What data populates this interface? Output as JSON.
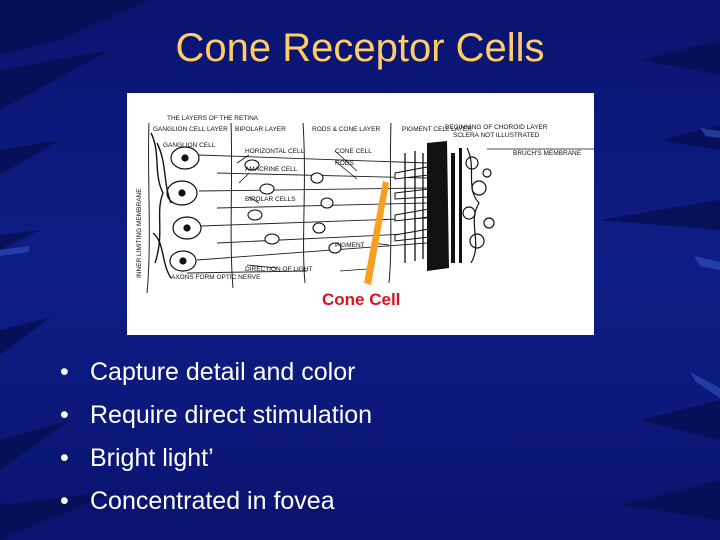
{
  "slide": {
    "title": "Cone Receptor Cells",
    "colors": {
      "background": "#0d1a7a",
      "title": "#ffcc66",
      "bullet_text": "#ffffff",
      "caption": "#e01020",
      "pointer": "#f5a020"
    }
  },
  "figure": {
    "labels": {
      "heading": "THE LAYERS OF THE RETINA",
      "ganglion_layer": "GANGLION CELL LAYER",
      "bipolar_layer": "BIPOLAR LAYER",
      "rods_cone_layer": "RODS & CONE LAYER",
      "pigment_layer": "PIGMENT CELL LAYER",
      "choroid": "BEGINNING OF CHOROID LAYER",
      "sclera": "SCLERA NOT ILLUSTRATED",
      "bruchs": "BRUCH'S MEMBRANE",
      "ganglion_cell": "GANGLION CELL",
      "horizontal_cell": "HORIZONTAL CELL",
      "amacrine_cell": "AMACRINE CELL",
      "bipolar_cells": "BIPOLAR CELLS",
      "cone_cell": "CONE CELL",
      "rods": "RODS",
      "pigment": "PIGMENT",
      "axons": "AXONS FORM OPTIC NERVE",
      "direction": "DIRECTION OF LIGHT",
      "side": "INNER LIMITING MEMBRANE"
    },
    "caption": "Cone Cell"
  },
  "bullets": [
    {
      "text": "Capture detail and color"
    },
    {
      "text": "Require direct stimulation"
    },
    {
      "text": "Bright light’"
    },
    {
      "text": "Concentrated in fovea"
    }
  ],
  "bullet_marker": "•"
}
